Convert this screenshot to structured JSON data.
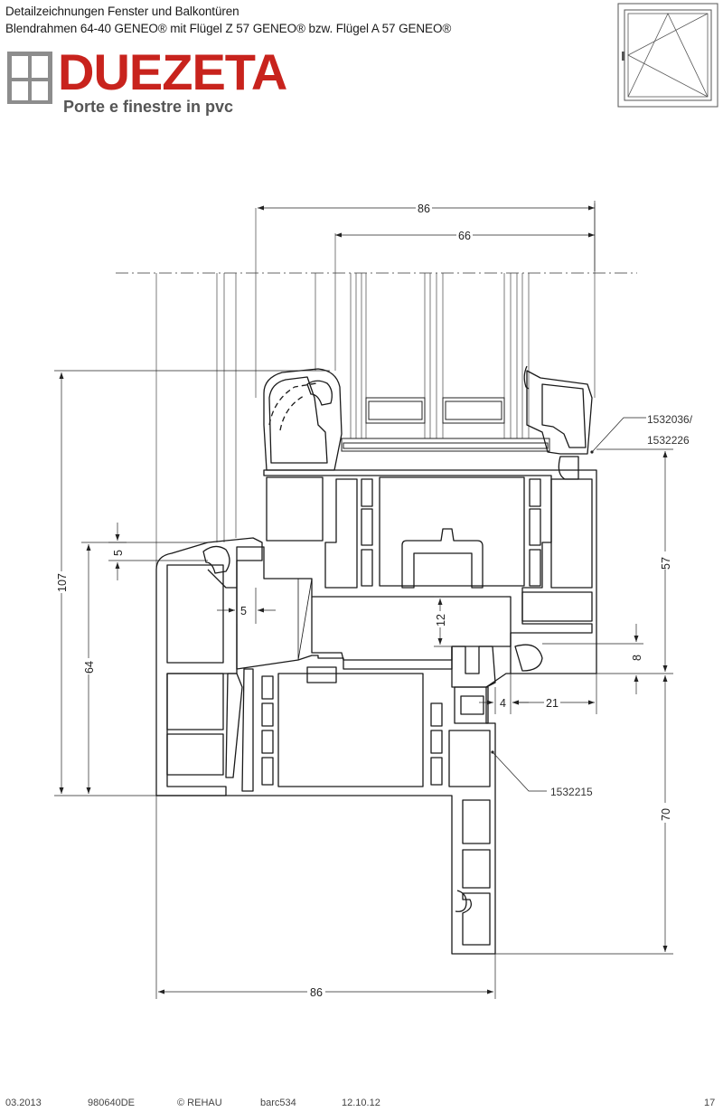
{
  "header": {
    "line1": "Detailzeichnungen Fenster und Balkontüren",
    "line2": "Blendrahmen 64-40 GENEO® mit Flügel Z 57 GENEO® bzw. Flügel A 57 GENEO®"
  },
  "logo": {
    "name": "DUEZETA",
    "tagline": "Porte e finestre in pvc",
    "color": "#c8231d",
    "icon": "window-grid-icon"
  },
  "dimensions": {
    "top_outer": "86",
    "top_inner": "66",
    "left_total": "107",
    "left_frame": "64",
    "offset_top": "5",
    "offset_side": "5",
    "rebate": "12",
    "right_sash": "57",
    "right_gap": "8",
    "gap_small": "4",
    "gap_right": "21",
    "bottom_height": "70",
    "bottom_width": "86"
  },
  "callouts": {
    "gasket_a": "1532036/",
    "gasket_b": "1532226",
    "profile": "1532215"
  },
  "footer": {
    "date": "03.2013",
    "doc_no": "980640DE",
    "brand": "© REHAU",
    "code": "barc534",
    "revision": "12.10.12",
    "page": "17"
  }
}
